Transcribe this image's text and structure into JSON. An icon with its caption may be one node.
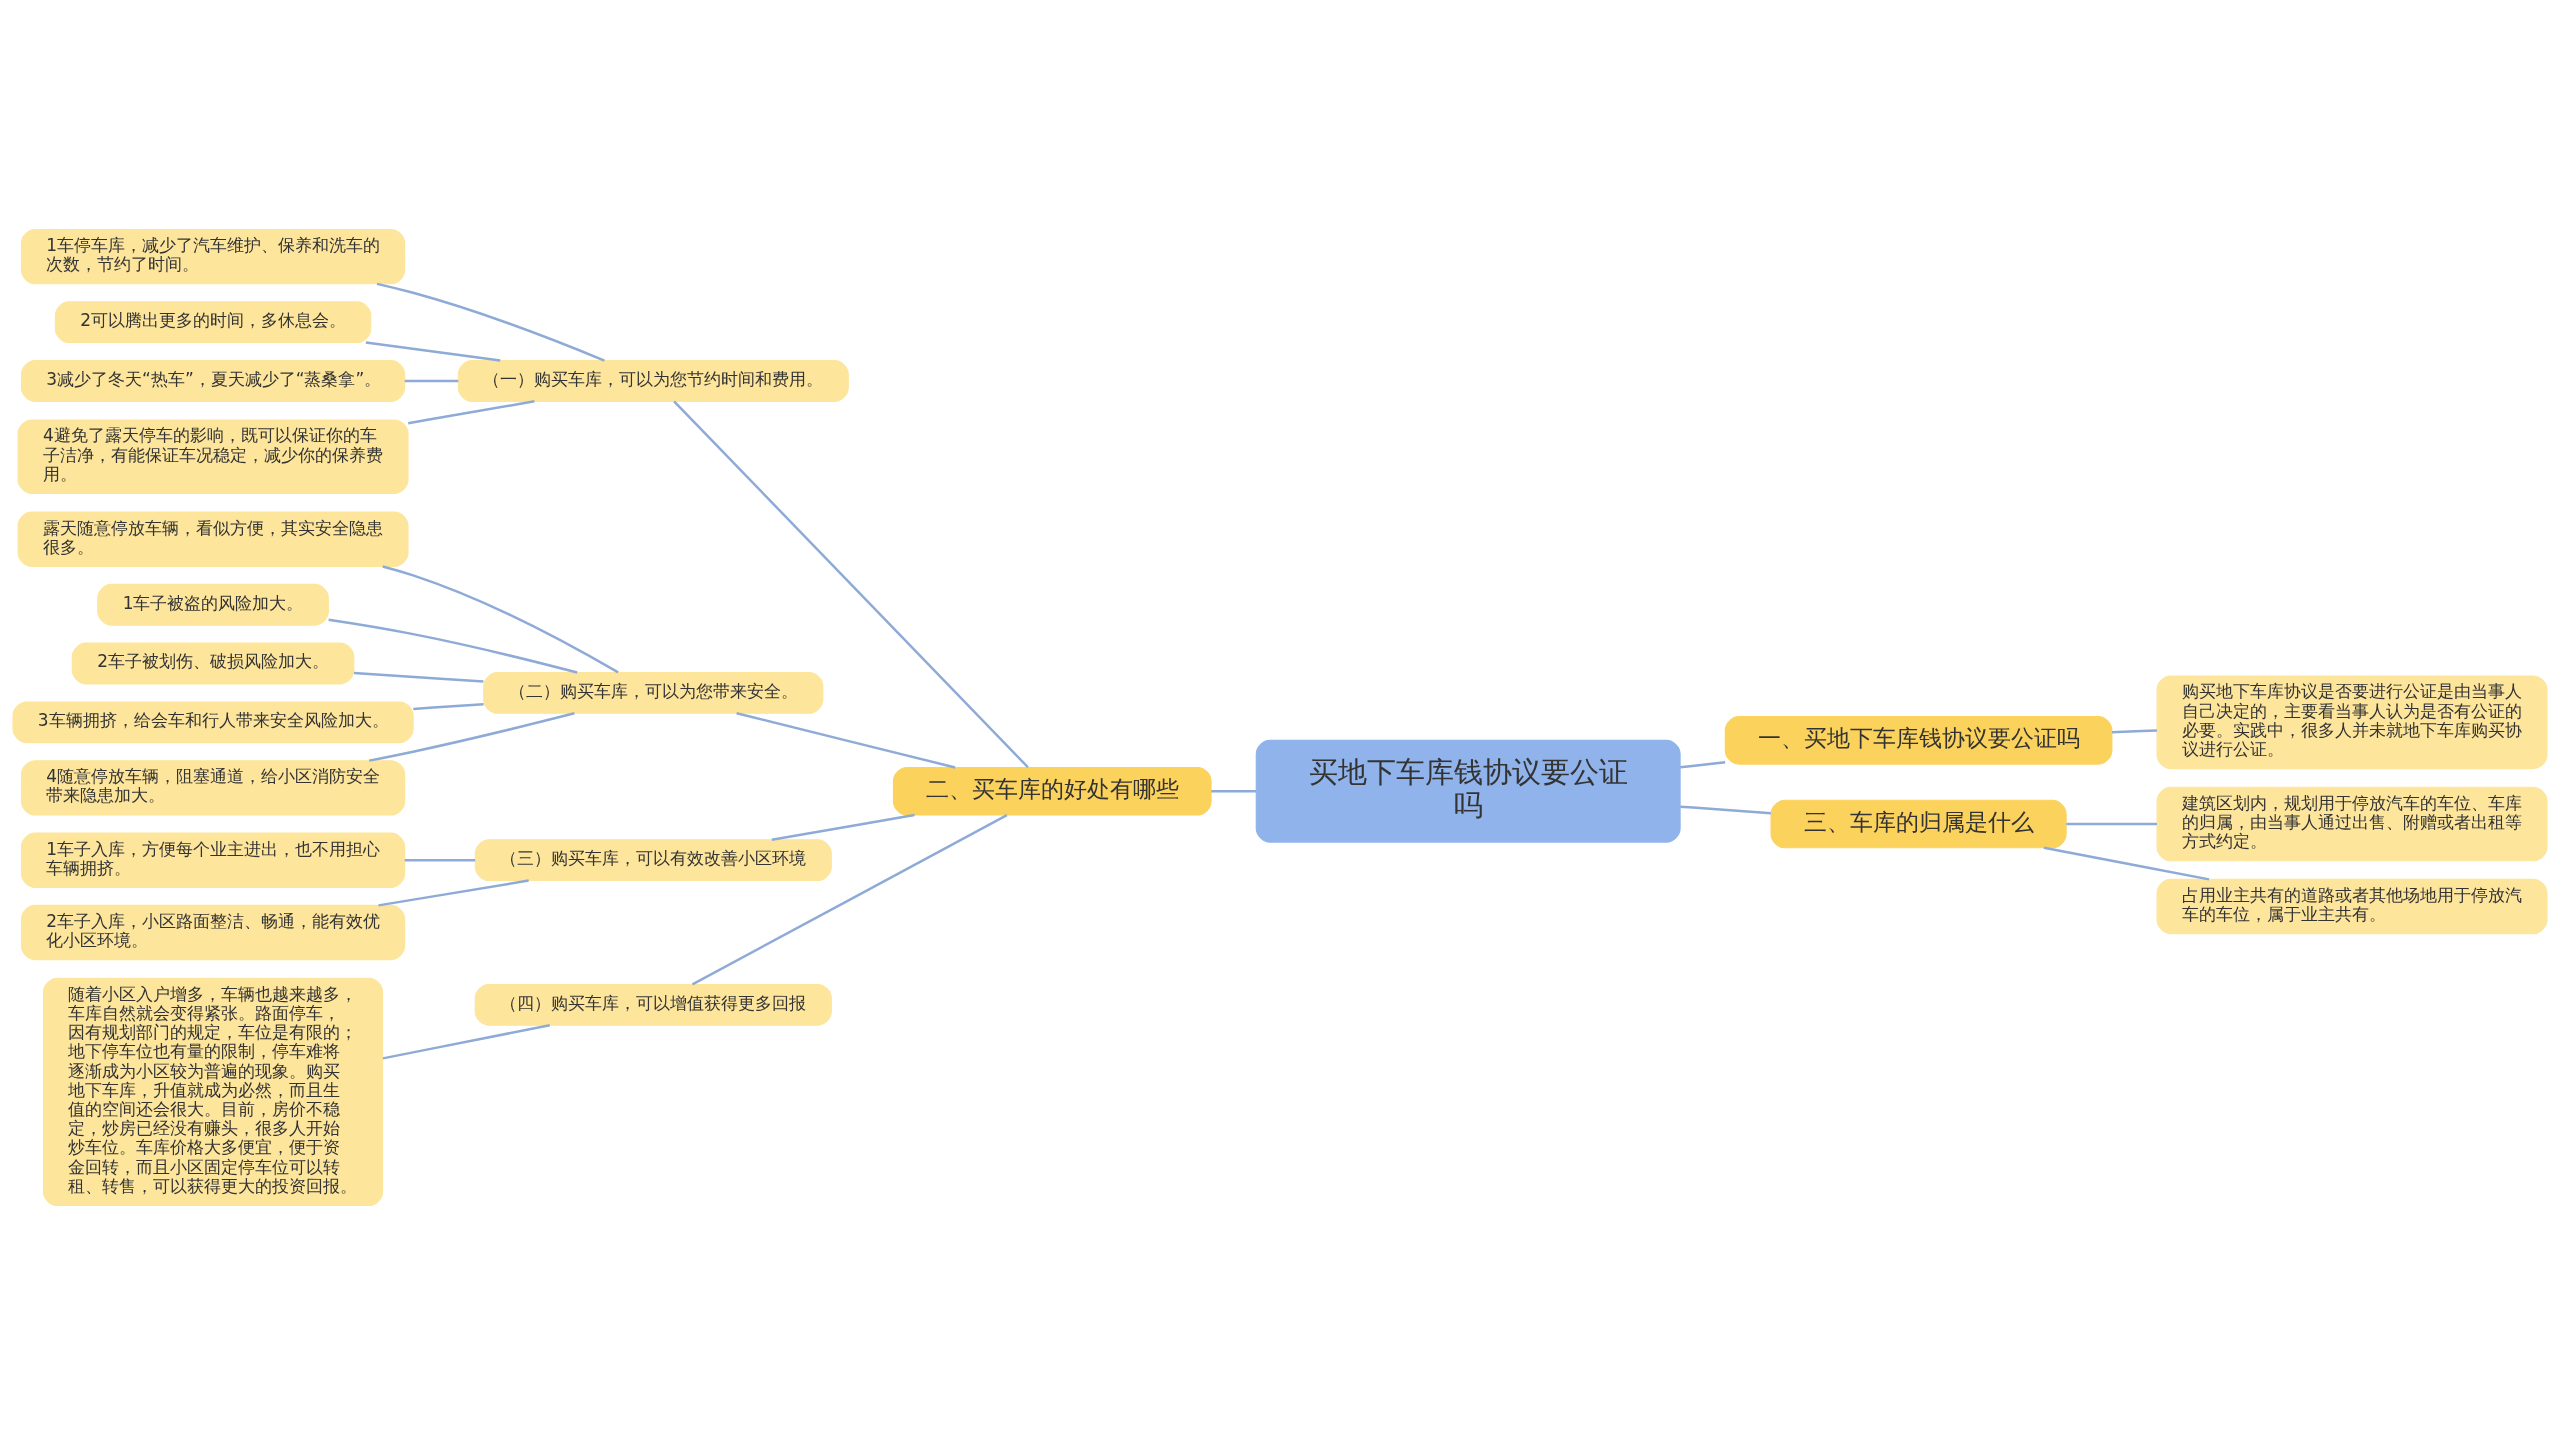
{
  "diagram": {
    "nodes": [
      {
        "text": [
          "买地下车库钱协议要公证吗"
        ]
      },
      {
        "text": [
          "一、买地下车库钱协议要公证吗"
        ]
      },
      {
        "text": [
          "购买地下车库协议是否要进行公证是由当事人自己决定的，主要看当事人认为是否有公证的必要。实践中，很多人并未就地下车库购买协议进行公证。"
        ]
      },
      {
        "text": [
          "二、买车库的好处有哪些"
        ]
      },
      {
        "text": [
          "（一）购买车库，可以为您节约时间和费用。"
        ]
      },
      {
        "text": [
          "1车停车库，减少了汽车维护、保养和洗车的次数，节约了时间。"
        ]
      },
      {
        "text": [
          "2可以腾出更多的时间，多休息会。"
        ]
      },
      {
        "text": [
          "3减少了冬天“热车”，夏天减少了“蒸桑拿”。"
        ]
      },
      {
        "text": [
          "4避免了露天停车的影响，既可以保证你的车子洁净，有能保证车况稳定，减少你的保养费用。"
        ]
      },
      {
        "text": [
          "（二）购买车库，可以为您带来安全。"
        ]
      },
      {
        "text": [
          "露天随意停放车辆，看似方便，其实安全隐患很多。"
        ]
      },
      {
        "text": [
          "1车子被盗的风险加大。"
        ]
      },
      {
        "text": [
          "2车子被划伤、破损风险加大。"
        ]
      },
      {
        "text": [
          "3车辆拥挤，给会车和行人带来安全风险加大。"
        ]
      },
      {
        "text": [
          "4随意停放车辆，阻塞通道，给小区消防安全带来隐患加大。"
        ]
      },
      {
        "text": [
          "（三）购买车库，可以有效改善小区环境"
        ]
      },
      {
        "text": [
          "1车子入库，方便每个业主进出，也不用担心车辆拥挤。"
        ]
      },
      {
        "text": [
          "2车子入库，小区路面整洁、畅通，能有效优化小区环境。"
        ]
      },
      {
        "text": [
          "（四）购买车库，可以增值获得更多回报"
        ]
      },
      {
        "text": [
          "随着小区入户增多，车辆也越来越多，车库自然就会变得紧张。路面停车，因有规划部门的规定，车位是有限的；地下停车位也有量的限制，停车难将逐渐成为小区较为普遍的现象。购买地下车库，升值就成为必然，而且生值的空间还会很大。目前，房价不稳定，炒房已经没有赚头，很多人开始炒车位。车库价格大多便宜，便于资金回转，而且小区固定停车位可以转租、转售，可以获得更大的投资回报。"
        ]
      },
      {
        "text": [
          "三、车库的归属是什么"
        ]
      },
      {
        "text": [
          "建筑区划内，规划用于停放汽车的车位、车库的归属，由当事人通过出售、附赠或者出租等方式约定。"
        ]
      },
      {
        "text": [
          "占用业主共有的道路或者其他场地用于停放汽车的车位，属于业主共有。"
        ]
      }
    ],
    "edges": [
      {
        "from": 0,
        "to": 1,
        "arrow": "none"
      },
      {
        "from": 1,
        "to": 2,
        "arrow": "none"
      },
      {
        "from": 0,
        "to": 3,
        "arrow": "none"
      },
      {
        "from": 3,
        "to": 4,
        "arrow": "none"
      },
      {
        "from": 4,
        "to": 5,
        "arrow": "none"
      },
      {
        "from": 4,
        "to": 6,
        "arrow": "none"
      },
      {
        "from": 4,
        "to": 7,
        "arrow": "none"
      },
      {
        "from": 4,
        "to": 8,
        "arrow": "none"
      },
      {
        "from": 3,
        "to": 9,
        "arrow": "none"
      },
      {
        "from": 9,
        "to": 10,
        "arrow": "none"
      },
      {
        "from": 9,
        "to": 11,
        "arrow": "none"
      },
      {
        "from": 9,
        "to": 12,
        "arrow": "none"
      },
      {
        "from": 9,
        "to": 13,
        "arrow": "none"
      },
      {
        "from": 9,
        "to": 14,
        "arrow": "none"
      },
      {
        "from": 3,
        "to": 15,
        "arrow": "none"
      },
      {
        "from": 15,
        "to": 16,
        "arrow": "none"
      },
      {
        "from": 15,
        "to": 17,
        "arrow": "none"
      },
      {
        "from": 3,
        "to": 18,
        "arrow": "none"
      },
      {
        "from": 18,
        "to": 19,
        "arrow": "none"
      },
      {
        "from": 0,
        "to": 20,
        "arrow": "none"
      },
      {
        "from": 20,
        "to": 21,
        "arrow": "none"
      },
      {
        "from": 20,
        "to": 22,
        "arrow": "none"
      }
    ]
  }
}
